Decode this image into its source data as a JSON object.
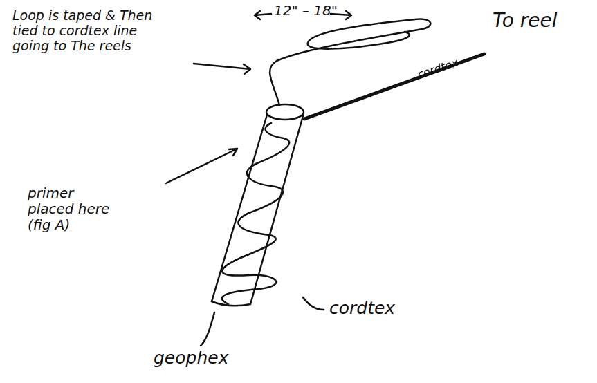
{
  "diagram": {
    "labels": [
      "Loop is taped & Then tied to cordtex line going to The reels",
      "12\" – 18\"",
      "To reel",
      "cordtex",
      "primer placed here (fig A)",
      "cordtex",
      "geophex"
    ]
  }
}
